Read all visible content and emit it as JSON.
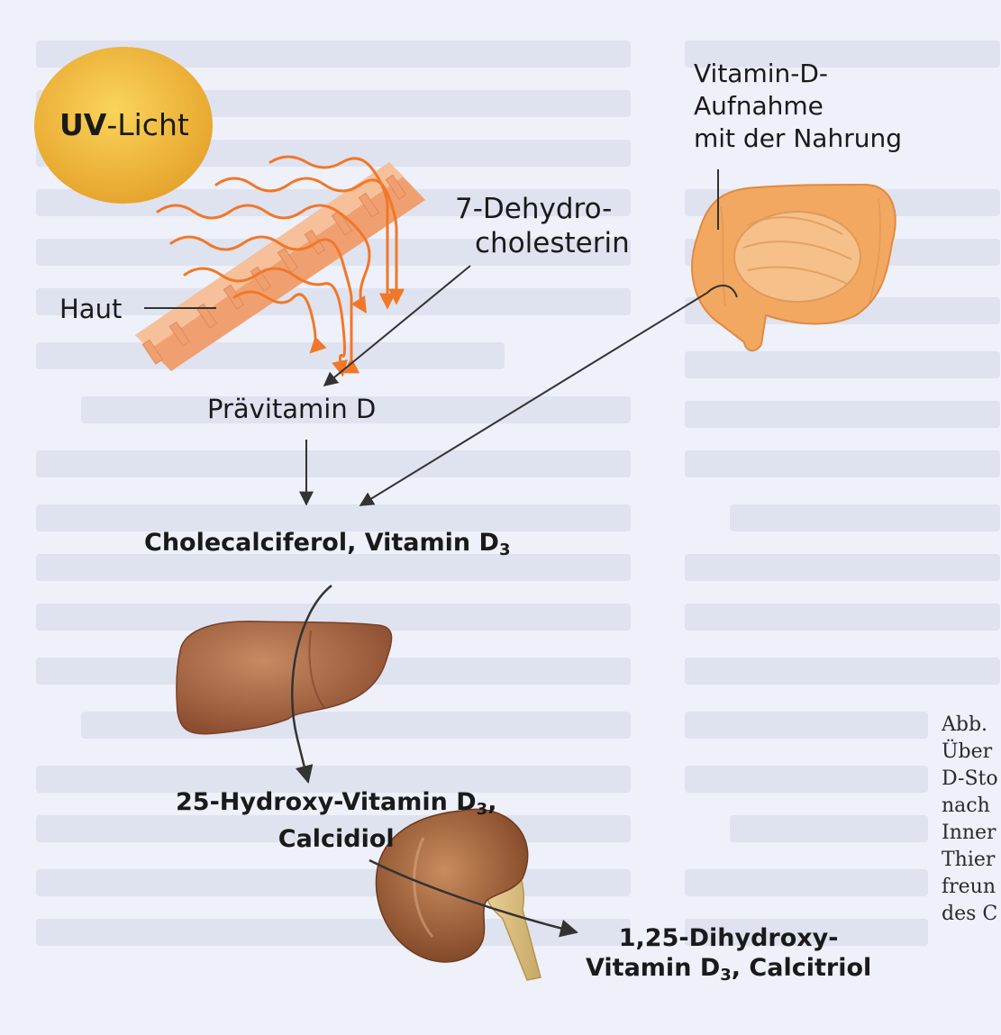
{
  "diagram": {
    "uv_light": "UV-Licht",
    "uv_light_prefix": "UV",
    "uv_light_suffix": "-Licht",
    "skin": "Haut",
    "dehydro_line1": "7-Dehydro-",
    "dehydro_line2": "cholesterin",
    "dietary_line1": "Vitamin-D-",
    "dietary_line2": "Aufnahme",
    "dietary_line3": "mit der Nahrung",
    "previtamin": "Prävitamin D",
    "cholecalciferol": "Cholecalciferol, Vitamin D",
    "cholecalciferol_sub": "3",
    "calcidiol_line1": "25-Hydroxy-Vitamin D",
    "calcidiol_sub": "3",
    "calcidiol_line1_end": ",",
    "calcidiol_line2": "Calcidiol",
    "calcitriol_line1": "1,25-Dihydroxy-",
    "calcitriol_line2_a": "Vitamin D",
    "calcitriol_sub": "3",
    "calcitriol_line2_b": ", Calcitriol"
  },
  "caption": {
    "lines": [
      "Abb.",
      "Über",
      "D-Sto",
      "nach",
      "Inner",
      "Thier",
      "freun",
      "des C"
    ]
  },
  "colors": {
    "sun": "#f0b83a",
    "skin": "#f0a070",
    "rays": "#f07828",
    "organ": "#a8603a",
    "intestine": "#f2a860",
    "arrow": "#333333"
  }
}
